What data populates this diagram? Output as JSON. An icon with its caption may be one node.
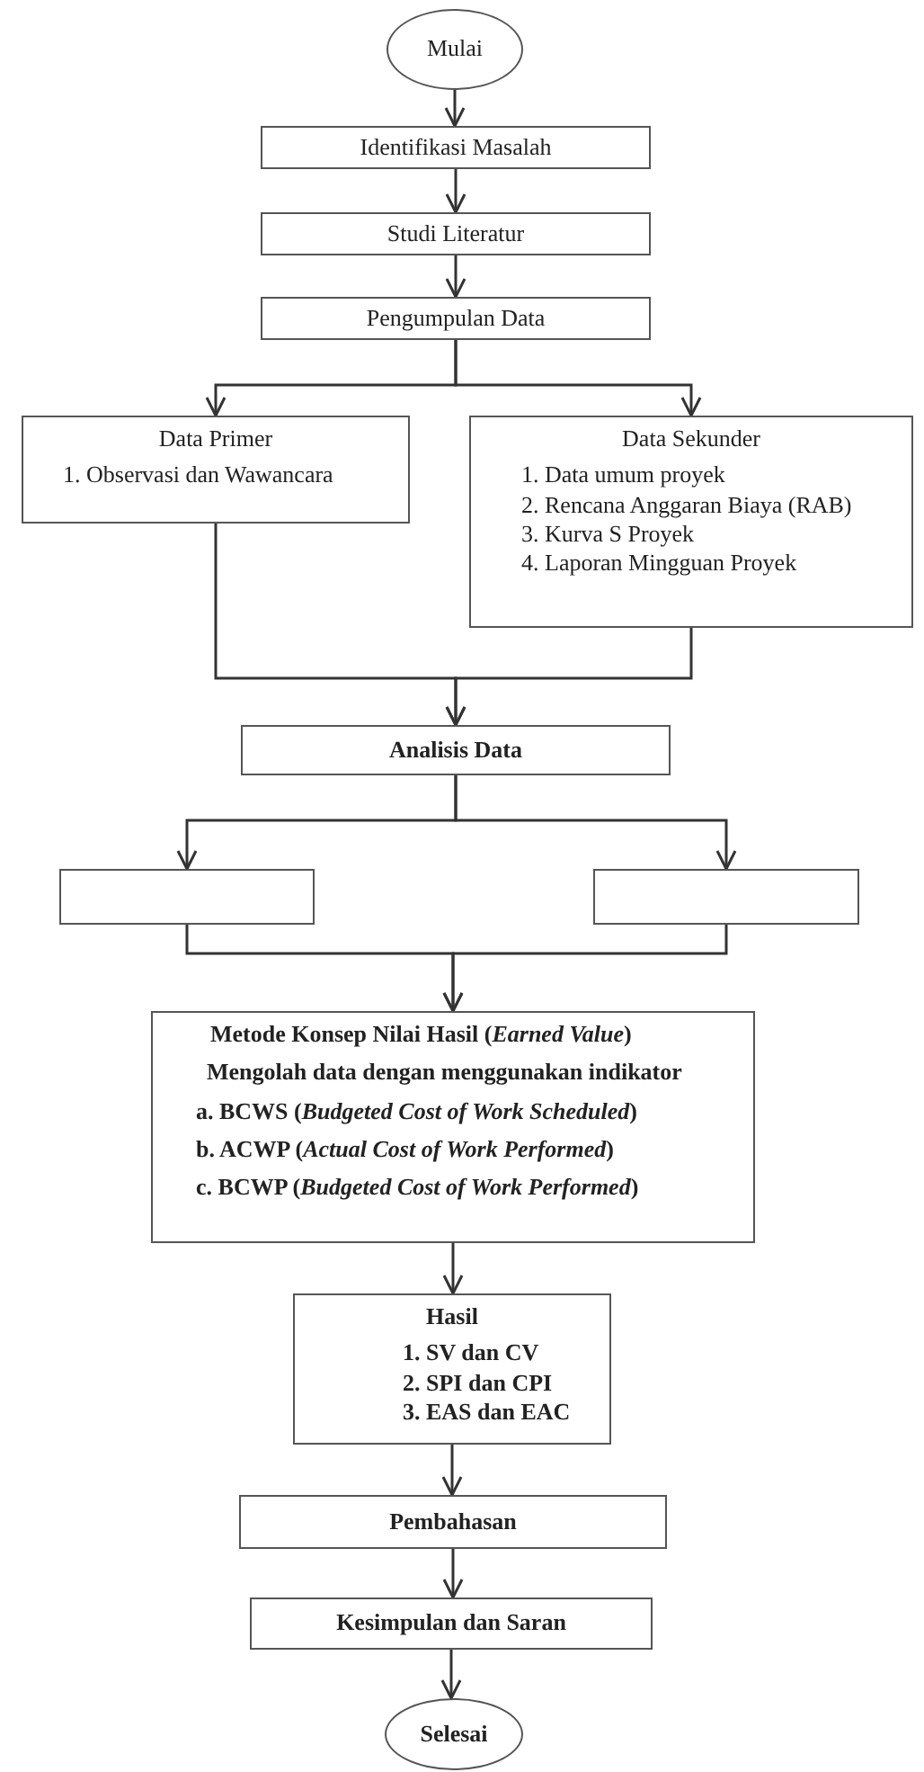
{
  "diagram": {
    "nodes": [
      {
        "text": [
          "Mulai"
        ]
      },
      {
        "text": [
          "Identifikasi Masalah"
        ]
      },
      {
        "text": [
          "Studi Literatur"
        ]
      },
      {
        "text": [
          "Pengumpulan Data"
        ]
      },
      {
        "text": [
          "Data Primer",
          "1. Observasi dan Wawancara"
        ]
      },
      {
        "text": [
          "Data Sekunder",
          "1. Data umum proyek",
          "2. Rencana Anggaran Biaya (RAB)",
          "3. Kurva S Proyek",
          "4. Laporan Mingguan Proyek"
        ]
      },
      {
        "text": [
          "Analisis Data"
        ]
      },
      {
        "text": [],
        "shape": "box"
      },
      {
        "text": [],
        "shape": "box"
      },
      {
        "text": [
          "Metode Konsep Nilai Hasil (*Earned Value*)",
          "Mengolah data dengan menggunakan indikator",
          "a. BCWS (*Budgeted Cost of Work Scheduled*)",
          "b. ACWP (*Actual Cost of Work Performed*)",
          "c. BCWP (*Budgeted Cost of Work Performed*)"
        ]
      },
      {
        "text": [
          "Hasil",
          "1. SV dan CV",
          "2. SPI dan CPI",
          "3. EAS dan EAC"
        ]
      },
      {
        "text": [
          "Pembahasan"
        ]
      },
      {
        "text": [
          "Kesimpulan dan Saran"
        ]
      },
      {
        "text": [
          "Selesai"
        ]
      }
    ],
    "edges": [
      {
        "from": 0,
        "to": 1,
        "arrow": "to"
      },
      {
        "from": 1,
        "to": 2,
        "arrow": "to"
      },
      {
        "from": 2,
        "to": 3,
        "arrow": "to"
      },
      {
        "from": 3,
        "to": 4,
        "arrow": "to"
      },
      {
        "from": 3,
        "to": 5,
        "arrow": "to"
      },
      {
        "from": 4,
        "to": 6,
        "arrow": "to"
      },
      {
        "from": 5,
        "to": 6,
        "arrow": "to"
      },
      {
        "from": 6,
        "to": 7,
        "arrow": "to"
      },
      {
        "from": 6,
        "to": 8,
        "arrow": "to"
      },
      {
        "from": 7,
        "to": 9,
        "arrow": "to"
      },
      {
        "from": 8,
        "to": 9,
        "arrow": "to"
      },
      {
        "from": 9,
        "to": 10,
        "arrow": "to"
      },
      {
        "from": 10,
        "to": 11,
        "arrow": "to"
      },
      {
        "from": 11,
        "to": 12,
        "arrow": "to"
      },
      {
        "from": 12,
        "to": 13,
        "arrow": "to"
      }
    ]
  }
}
